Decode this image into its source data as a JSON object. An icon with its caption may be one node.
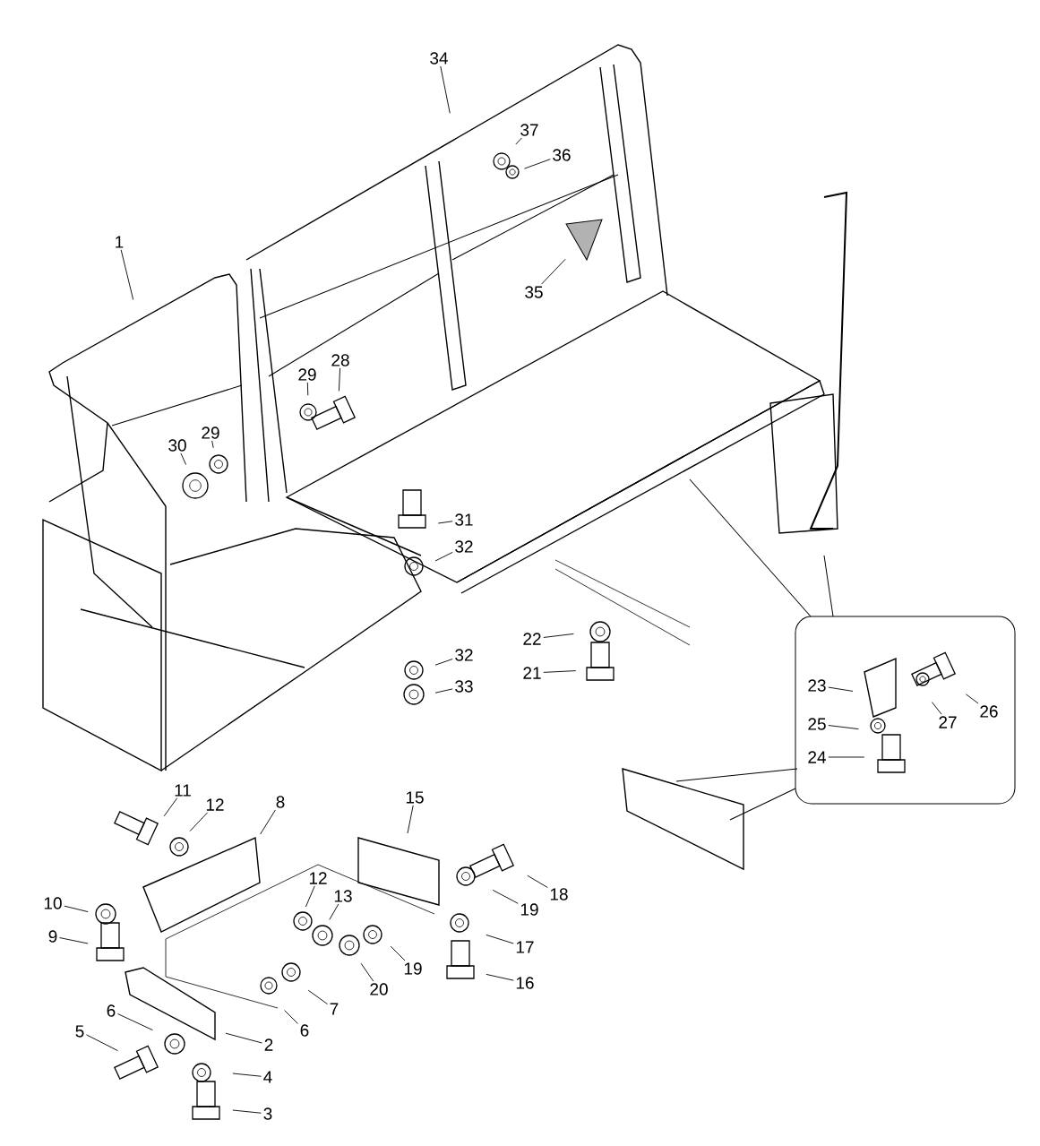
{
  "diagram": {
    "nodes": [
      {
        "text": [
          "34"
        ]
      },
      {
        "text": [
          "37"
        ]
      },
      {
        "text": [
          "36"
        ]
      },
      {
        "text": [
          "1"
        ]
      },
      {
        "text": [
          "35"
        ]
      },
      {
        "text": [
          "28"
        ]
      },
      {
        "text": [
          "29"
        ]
      },
      {
        "text": [
          "29"
        ]
      },
      {
        "text": [
          "30"
        ]
      },
      {
        "text": [
          "31"
        ]
      },
      {
        "text": [
          "32"
        ]
      },
      {
        "text": [
          "22"
        ]
      },
      {
        "text": [
          "32"
        ]
      },
      {
        "text": [
          "21"
        ]
      },
      {
        "text": [
          "23"
        ]
      },
      {
        "text": [
          "33"
        ]
      },
      {
        "text": [
          "26"
        ]
      },
      {
        "text": [
          "27"
        ]
      },
      {
        "text": [
          "25"
        ]
      },
      {
        "text": [
          "24"
        ]
      },
      {
        "text": [
          "11"
        ]
      },
      {
        "text": [
          "15"
        ]
      },
      {
        "text": [
          "8"
        ]
      },
      {
        "text": [
          "12"
        ]
      },
      {
        "text": [
          "12"
        ]
      },
      {
        "text": [
          "18"
        ]
      },
      {
        "text": [
          "13"
        ]
      },
      {
        "text": [
          "10"
        ]
      },
      {
        "text": [
          "19"
        ]
      },
      {
        "text": [
          "9"
        ]
      },
      {
        "text": [
          "17"
        ]
      },
      {
        "text": [
          "19"
        ]
      },
      {
        "text": [
          "16"
        ]
      },
      {
        "text": [
          "20"
        ]
      },
      {
        "text": [
          "7"
        ]
      },
      {
        "text": [
          "6"
        ]
      },
      {
        "text": [
          "6"
        ]
      },
      {
        "text": [
          "5"
        ]
      },
      {
        "text": [
          "2"
        ]
      },
      {
        "text": [
          "4"
        ]
      },
      {
        "text": [
          "3"
        ]
      }
    ],
    "edges": [
      {
        "from": 0,
        "to": null,
        "arrow": "none"
      },
      {
        "from": 1,
        "to": null,
        "arrow": "none"
      },
      {
        "from": 2,
        "to": null,
        "arrow": "none"
      },
      {
        "from": 3,
        "to": null,
        "arrow": "none"
      },
      {
        "from": 4,
        "to": null,
        "arrow": "none"
      },
      {
        "from": 5,
        "to": null,
        "arrow": "none"
      },
      {
        "from": 6,
        "to": null,
        "arrow": "none"
      },
      {
        "from": 7,
        "to": null,
        "arrow": "none"
      },
      {
        "from": 8,
        "to": null,
        "arrow": "none"
      },
      {
        "from": 9,
        "to": null,
        "arrow": "none"
      },
      {
        "from": 10,
        "to": null,
        "arrow": "none"
      },
      {
        "from": 11,
        "to": null,
        "arrow": "none"
      },
      {
        "from": 12,
        "to": null,
        "arrow": "none"
      },
      {
        "from": 13,
        "to": null,
        "arrow": "none"
      },
      {
        "from": 14,
        "to": null,
        "arrow": "none"
      },
      {
        "from": 15,
        "to": null,
        "arrow": "none"
      },
      {
        "from": 16,
        "to": null,
        "arrow": "none"
      },
      {
        "from": 17,
        "to": null,
        "arrow": "none"
      },
      {
        "from": 18,
        "to": null,
        "arrow": "none"
      },
      {
        "from": 19,
        "to": null,
        "arrow": "none"
      },
      {
        "from": 20,
        "to": null,
        "arrow": "none"
      },
      {
        "from": 21,
        "to": null,
        "arrow": "none"
      },
      {
        "from": 22,
        "to": null,
        "arrow": "none"
      },
      {
        "from": 23,
        "to": null,
        "arrow": "none"
      },
      {
        "from": 24,
        "to": null,
        "arrow": "none"
      },
      {
        "from": 25,
        "to": null,
        "arrow": "none"
      },
      {
        "from": 26,
        "to": null,
        "arrow": "none"
      },
      {
        "from": 27,
        "to": null,
        "arrow": "none"
      },
      {
        "from": 28,
        "to": null,
        "arrow": "none"
      },
      {
        "from": 29,
        "to": null,
        "arrow": "none"
      },
      {
        "from": 30,
        "to": null,
        "arrow": "none"
      },
      {
        "from": 31,
        "to": null,
        "arrow": "none"
      },
      {
        "from": 32,
        "to": null,
        "arrow": "none"
      },
      {
        "from": 33,
        "to": null,
        "arrow": "none"
      },
      {
        "from": 34,
        "to": null,
        "arrow": "none"
      },
      {
        "from": 35,
        "to": null,
        "arrow": "none"
      },
      {
        "from": 36,
        "to": null,
        "arrow": "none"
      },
      {
        "from": 37,
        "to": null,
        "arrow": "none"
      },
      {
        "from": 38,
        "to": null,
        "arrow": "none"
      },
      {
        "from": 39,
        "to": null,
        "arrow": "none"
      },
      {
        "from": 40,
        "to": null,
        "arrow": "none"
      }
    ]
  }
}
